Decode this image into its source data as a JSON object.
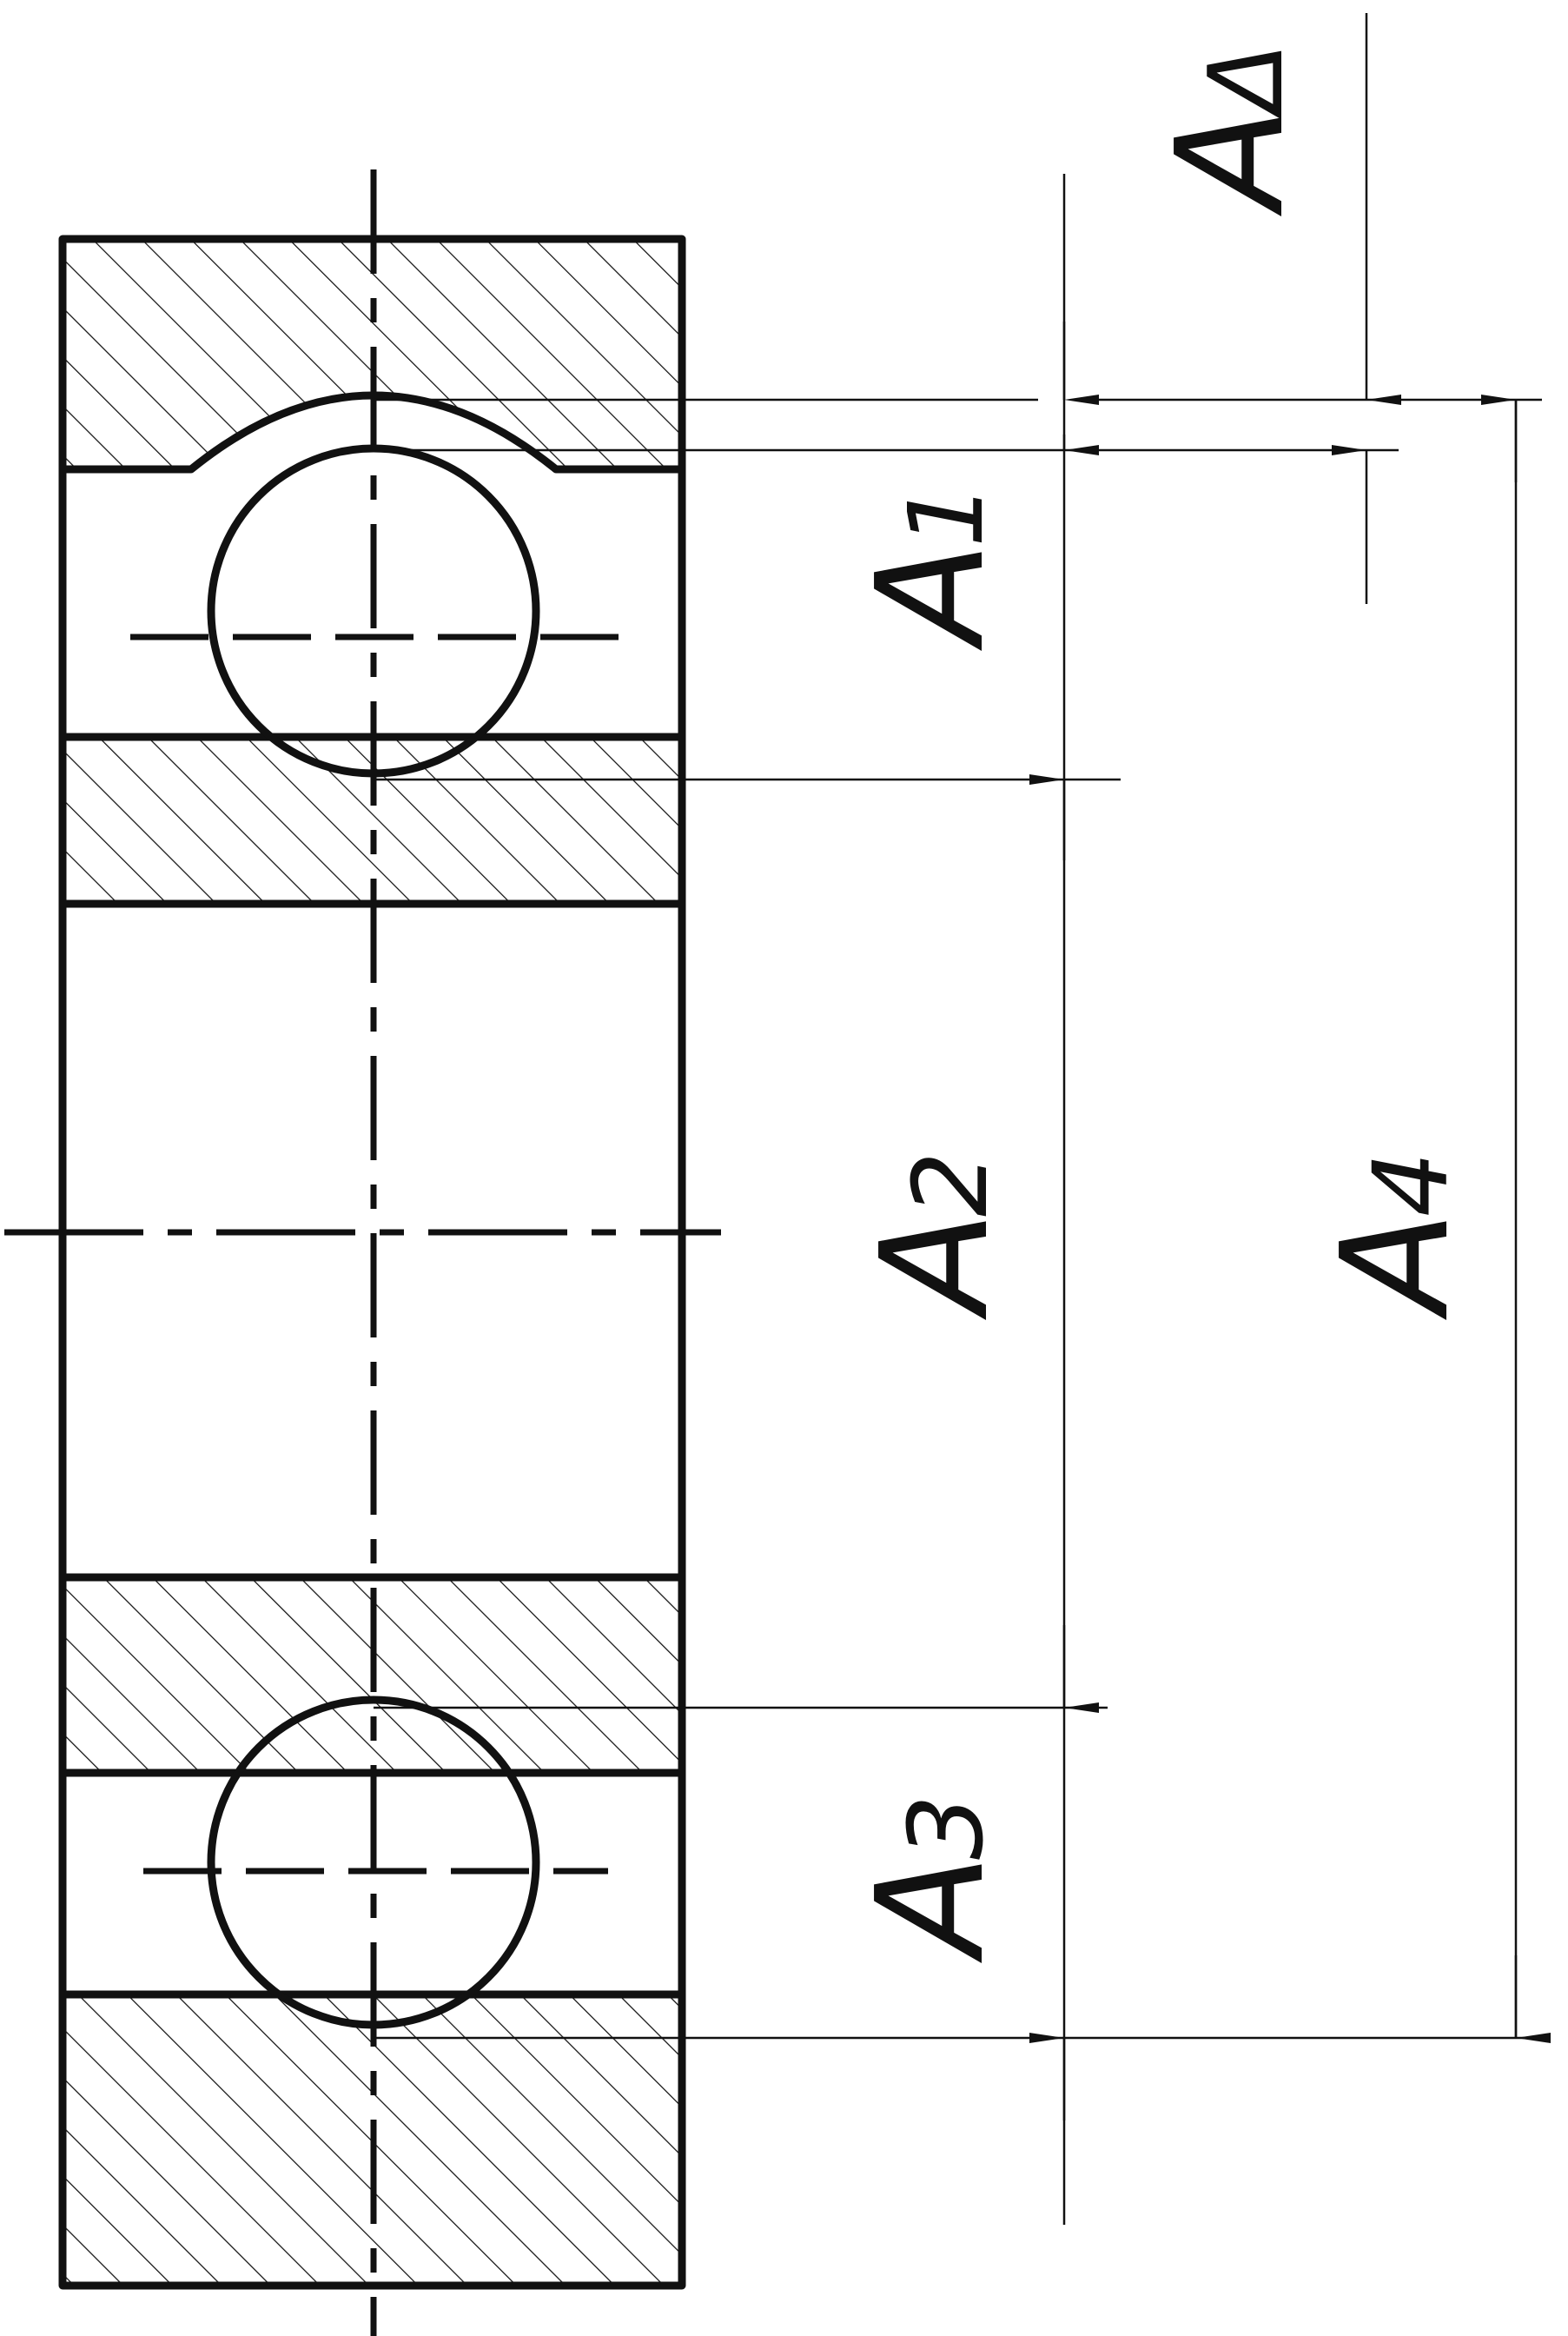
{
  "labels": {
    "a1": {
      "main": "A",
      "sub": "1"
    },
    "a2": {
      "main": "A",
      "sub": "2"
    },
    "a3": {
      "main": "A",
      "sub": "3"
    },
    "a4": {
      "main": "A",
      "sub": "4"
    },
    "a_delta": {
      "main": "A",
      "sub": "Δ"
    }
  }
}
